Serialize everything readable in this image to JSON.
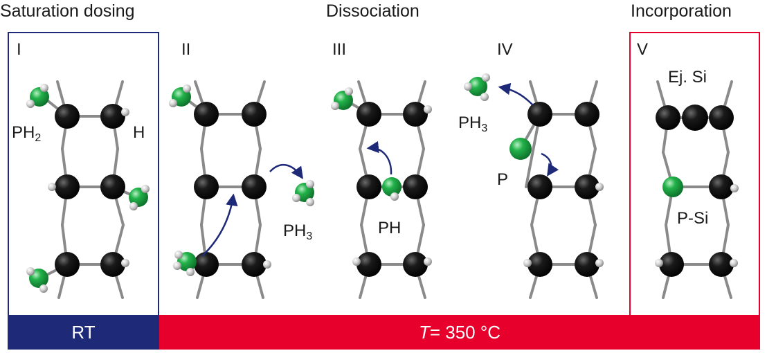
{
  "headers": {
    "saturation": "Saturation dosing",
    "dissociation": "Dissociation",
    "incorporation": "Incorporation"
  },
  "panels": [
    "I",
    "II",
    "III",
    "IV",
    "V"
  ],
  "labels": {
    "ph2": "PH",
    "ph2_sub": "2",
    "h": "H",
    "ph3_ii": "PH",
    "ph3_ii_sub": "3",
    "ph": "PH",
    "ph3_iv": "PH",
    "ph3_iv_sub": "3",
    "p": "P",
    "ej_si": "Ej. Si",
    "p_si": "P-Si"
  },
  "bars": {
    "rt": "RT",
    "temp_var": "T",
    "temp_rest": " = 350 °C"
  },
  "colors": {
    "navy": "#1e2a78",
    "red": "#e8002c",
    "si": "#111111",
    "phosphorus": "#22b24a",
    "hydrogen": "#d8d8d8",
    "bond": "#8a8a8a",
    "arrow": "#1e2a78"
  }
}
